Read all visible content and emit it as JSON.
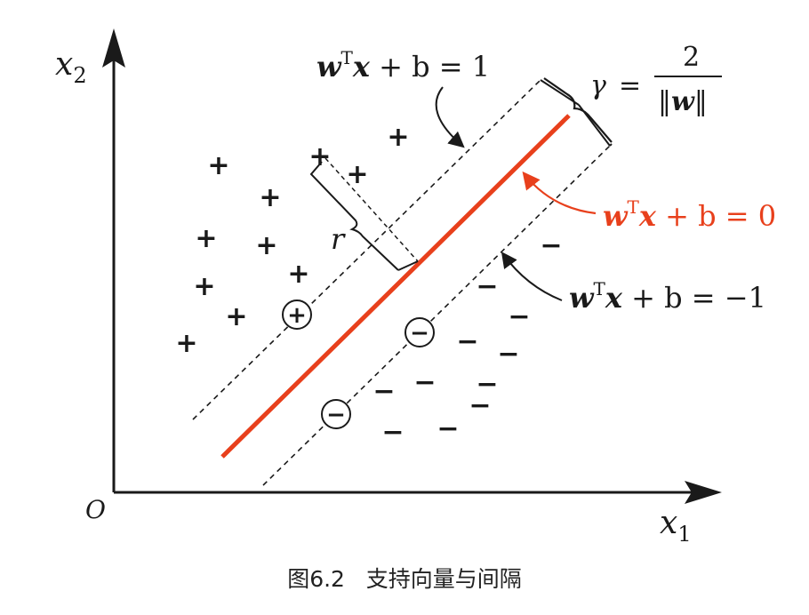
{
  "axes": {
    "x_label_var": "x",
    "x_label_sub": "1",
    "y_label_var": "x",
    "y_label_sub": "2",
    "origin_label": "O"
  },
  "labels": {
    "upper_margin": {
      "w": "w",
      "sup": "T",
      "x": "x",
      "rest": " + b = 1"
    },
    "hyperplane": {
      "w": "w",
      "sup": "T",
      "x": "x",
      "rest": " + b = 0"
    },
    "lower_margin": {
      "w": "w",
      "sup": "T",
      "x": "x",
      "rest": " + b = −1"
    },
    "gamma": {
      "symbol": "γ",
      "eq": "=",
      "numerator": "2",
      "denominator_open": "‖",
      "denominator_w": "w",
      "denominator_close": "‖"
    },
    "r": "r"
  },
  "points": {
    "positive_symbol": "+",
    "negative_symbol": "−",
    "support_plus": "+",
    "support_minus": "−"
  },
  "colors": {
    "hyperplane": "#e8401c",
    "ink": "#1a1a1a"
  },
  "caption": {
    "figure_number": "图6.2",
    "title": "支持向量与间隔"
  }
}
